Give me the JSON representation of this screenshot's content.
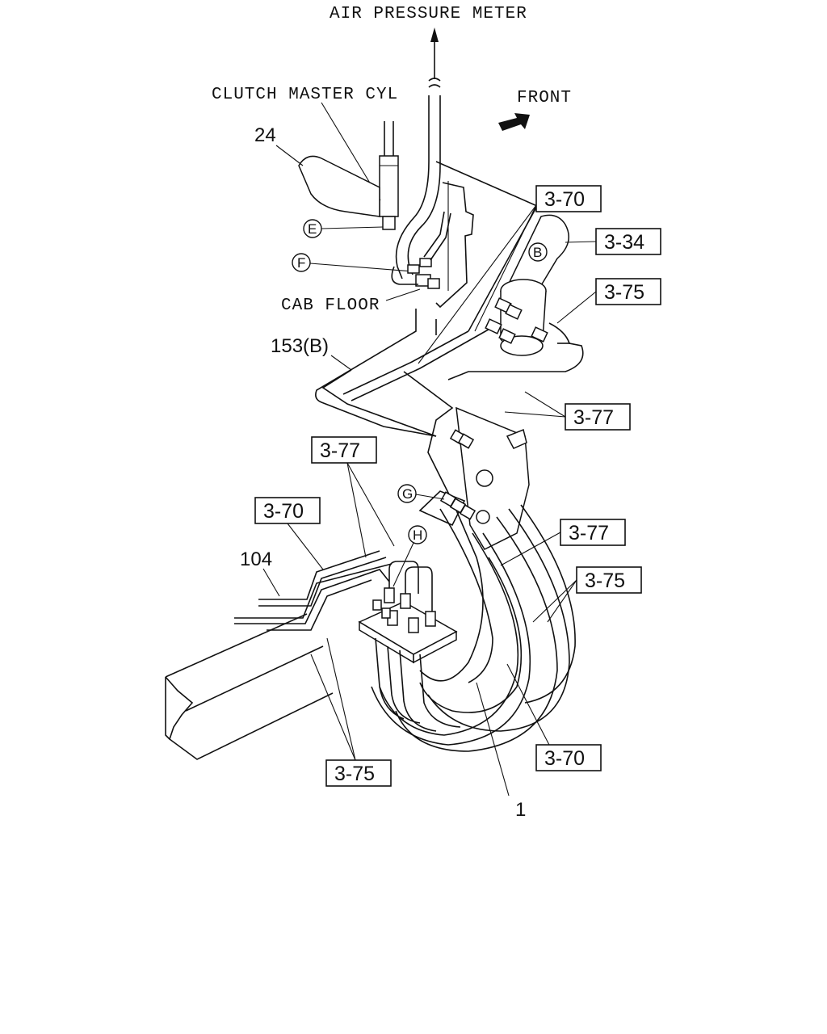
{
  "labels": {
    "air_pressure_meter": "AIR PRESSURE METER",
    "clutch_master_cyl": "CLUTCH MASTER CYL",
    "front": "FRONT",
    "cab_floor": "CAB FLOOR"
  },
  "part_numbers": {
    "p24": "24",
    "p153b": "153(B)",
    "p104": "104",
    "p1": "1"
  },
  "circle_markers": {
    "e": "E",
    "f": "F",
    "b": "B",
    "g": "G",
    "h": "H"
  },
  "references": {
    "r1": "3-70",
    "r2": "3-34",
    "r3": "3-75",
    "r4": "3-77",
    "r5": "3-77",
    "r6": "3-70",
    "r7": "3-77",
    "r8": "3-75",
    "r9": "3-70",
    "r10": "3-75"
  }
}
